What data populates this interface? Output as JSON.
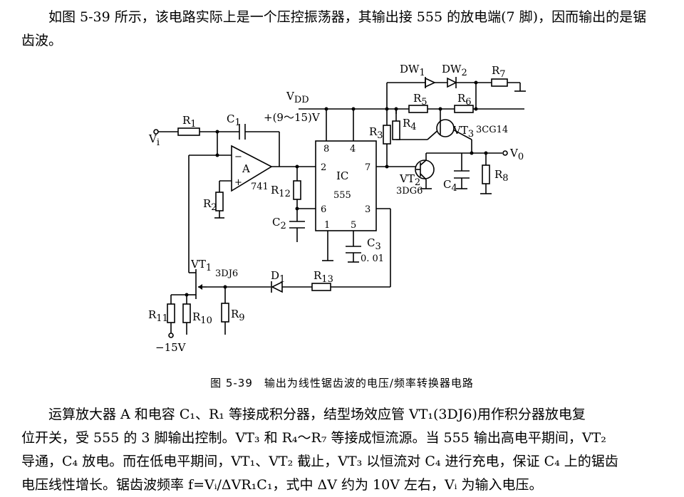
{
  "intro": "如图 5-39 所示，该电路实际上是一个压控振荡器，其输出接 555 的放电端(7 脚)，因而输出的是锯齿波。",
  "circuit": {
    "input_label": "V",
    "input_sub": "i",
    "output_label": "V",
    "output_sub": "0",
    "vdd_label": "V",
    "vdd_sub": "DD",
    "supply": "+(9～15)V",
    "neg_supply": "−15V",
    "opamp_name": "A",
    "opamp_model": "741",
    "ic_name": "IC",
    "ic_model": "555",
    "pins": {
      "p8": "8",
      "p4": "4",
      "p2": "2",
      "p7": "7",
      "p6": "6",
      "p3": "3",
      "p1": "1",
      "p5": "5"
    },
    "R1": "R",
    "R1_sub": "1",
    "R2": "R",
    "R2_sub": "2",
    "R3": "R",
    "R3_sub": "3",
    "R4": "R",
    "R4_sub": "4",
    "R5": "R",
    "R5_sub": "5",
    "R6": "R",
    "R6_sub": "6",
    "R7": "R",
    "R7_sub": "7",
    "R8": "R",
    "R8_sub": "8",
    "R9": "R",
    "R9_sub": "9",
    "R10": "R",
    "R10_sub": "10",
    "R11": "R",
    "R11_sub": "11",
    "R12": "R",
    "R12_sub": "12",
    "R13": "R",
    "R13_sub": "13",
    "C1": "C",
    "C1_sub": "1",
    "C2": "C",
    "C2_sub": "2",
    "C3": "C",
    "C3_sub": "3",
    "C3_value": "0. 01",
    "C4": "C",
    "C4_sub": "4",
    "D1": "D",
    "D1_sub": "1",
    "DW1": "DW",
    "DW1_sub": "1",
    "DW2": "DW",
    "DW2_sub": "2",
    "VT1": "VT",
    "VT1_sub": "1",
    "VT1_model": "3DJ6",
    "VT2": "VT",
    "VT2_sub": "2",
    "VT2_model": "3DG6",
    "VT3": "VT",
    "VT3_sub": "3",
    "VT3_model": "3CG14",
    "minus_sign": "−",
    "plus_sign": "+"
  },
  "caption": "图 5-39　输出为线性锯齿波的电压/频率转换器电路",
  "body_lines": [
    "运算放大器 A 和电容 C₁、R₁ 等接成积分器，结型场效应管 VT₁(3DJ6)用作积分器放电复",
    "位开关，受 555 的 3 脚输出控制。VT₃ 和 R₄～R₇ 等接成恒流源。当 555 输出高电平期间，VT₂",
    "导通，C₄ 放电。而在低电平期间，VT₁、VT₂ 截止，VT₃ 以恒流对 C₄ 进行充电，保证 C₄ 上的锯齿",
    "电压线性增长。锯齿波频率 f=Vᵢ/ΔVR₁C₁，式中 ΔV 约为 10V 左右，Vᵢ 为输入电压。"
  ]
}
